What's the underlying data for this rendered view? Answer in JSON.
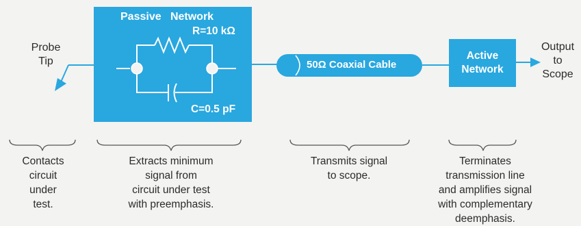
{
  "colors": {
    "background": "#f3f3f1",
    "accent": "#29a7df",
    "text": "#2b2b2b",
    "box_text": "#ffffff",
    "brace": "#555555"
  },
  "probe_tip": {
    "label": "Probe\nTip"
  },
  "passive_network": {
    "title": "Passive   Network",
    "resistor_label": "R=10 kΩ",
    "capacitor_label": "C=0.5 pF"
  },
  "coax": {
    "label": "50Ω Coaxial Cable"
  },
  "active_network": {
    "label": "Active\nNetwork"
  },
  "output": {
    "label": "Output\nto\nScope"
  },
  "descriptions": [
    "Contacts\ncircuit\nunder\ntest.",
    "Extracts minimum\nsignal from\ncircuit under test\nwith preemphasis.",
    "Transmits signal\nto scope.",
    "Terminates\ntransmission line\nand amplifies signal\nwith complementary\ndeemphasis."
  ]
}
